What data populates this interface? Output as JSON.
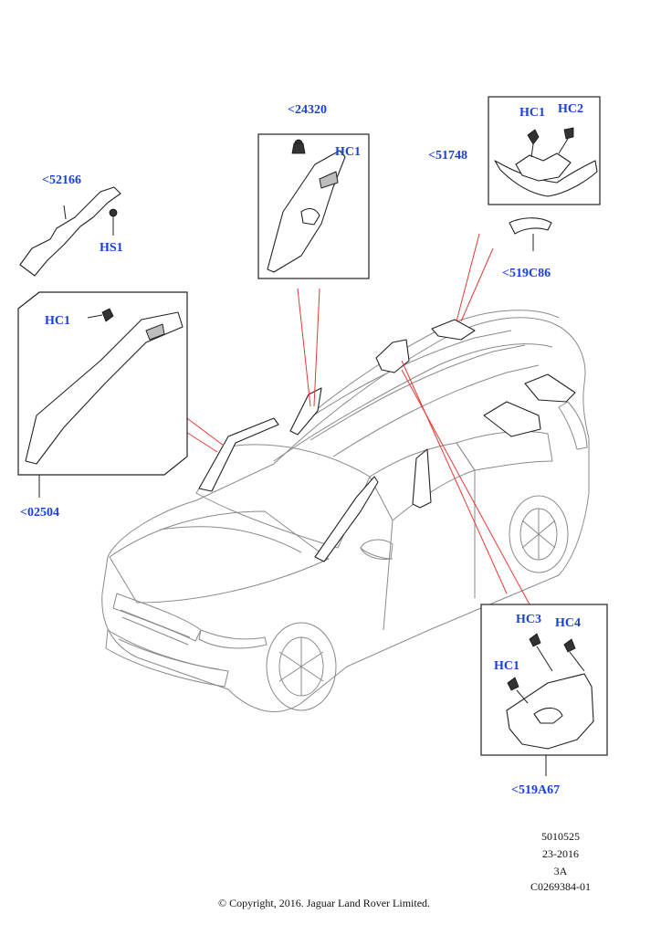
{
  "callouts": {
    "a_pillar_left": "<02504",
    "a_pillar_upper": "<24320",
    "wire_bracket": "<52166",
    "roof_console": "<51748",
    "roof_console_bezel": "<519C86",
    "b_pillar": "<519A67"
  },
  "hardware": {
    "hc1": "HC1",
    "hc2": "HC2",
    "hc3": "HC3",
    "hc4": "HC4",
    "hs1": "HS1"
  },
  "drawing_info": {
    "code": "5010525",
    "date": "23-2016",
    "revision": "3A",
    "illustration_id": "C0269384-01"
  },
  "copyright": "© Copyright, 2016. Jaguar Land Rover Limited.",
  "colors": {
    "callout_text": "#1a3fd6",
    "leader_line": "#e53935",
    "line_art": "#222222"
  }
}
